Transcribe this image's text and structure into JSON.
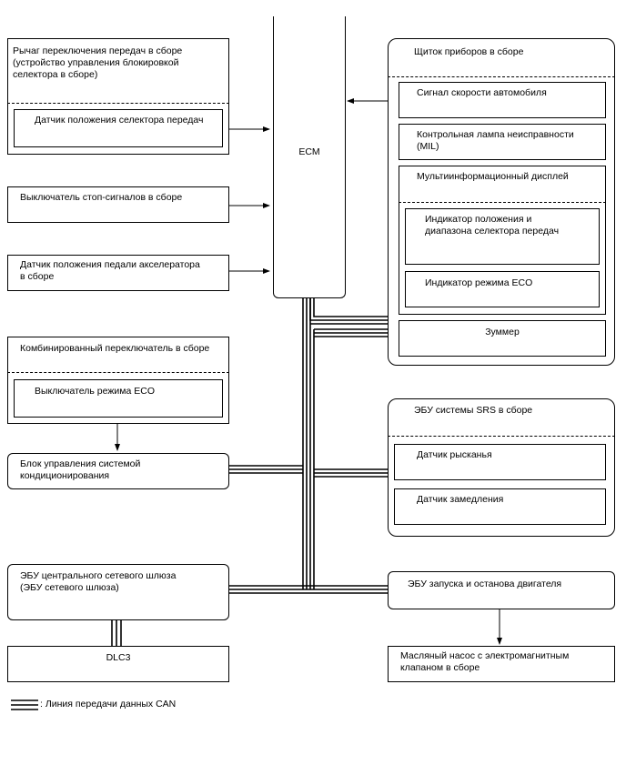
{
  "ecm": {
    "label": "ECM"
  },
  "left": {
    "shift_lever": {
      "title": "Рычаг переключения передач в сборе\n(устройство управления блокировкой\nселектора в сборе)",
      "sensor": "Датчик положения селектора передач"
    },
    "stop_switch": "Выключатель стоп-сигналов в сборе",
    "accel_sensor": "Датчик положения педали акселератора\nв сборе",
    "combo_switch": {
      "title": "Комбинированный переключатель в сборе",
      "eco_switch": "Выключатель режима ECO"
    },
    "aircon": "Блок управления системой\nкондиционирования",
    "gateway": "ЭБУ центрального сетевого шлюза\n(ЭБУ сетевого шлюза)",
    "dlc3": "DLC3"
  },
  "right": {
    "meter": {
      "title": "Щиток приборов в сборе",
      "speed_signal": "Сигнал скорости автомобиля",
      "mil": "Контрольная лампа неисправности\n(MIL)",
      "mid": {
        "title": "Мультиинформационный дисплей",
        "shift_indicator": "Индикатор положения и\nдиапазона селектора передач",
        "eco_indicator": "Индикатор режима ECO"
      },
      "buzzer": "Зуммер"
    },
    "srs": {
      "title": "ЭБУ системы SRS в сборе",
      "yaw": "Датчик рысканья",
      "decel": "Датчик замедления"
    },
    "stop_start": "ЭБУ запуска и останова двигателя",
    "oil_pump": "Масляный насос с электромагнитным\nклапаном в сборе"
  },
  "legend": {
    "text": ": Линия передачи данных CAN"
  }
}
